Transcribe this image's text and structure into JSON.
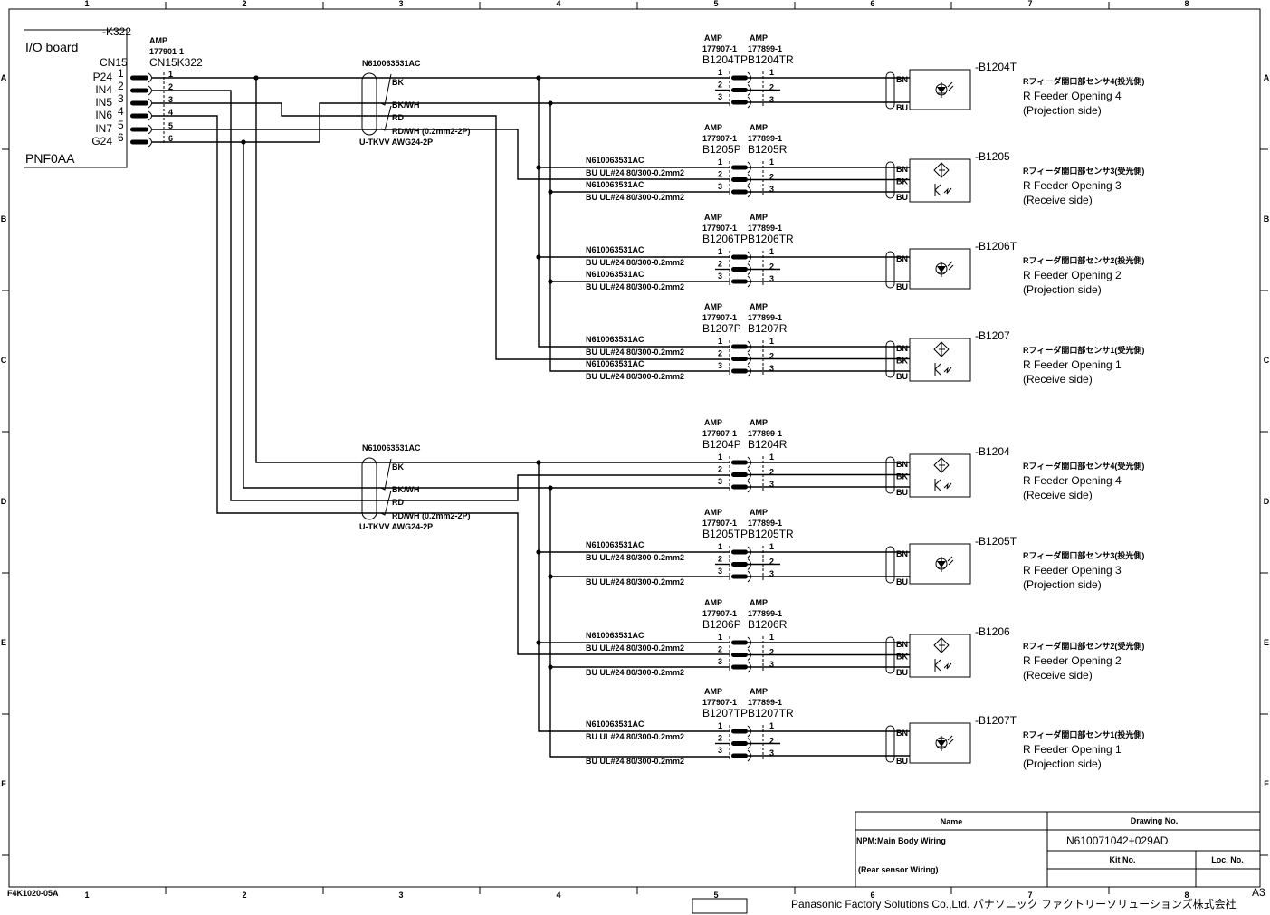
{
  "frame": {
    "columns": [
      "1",
      "2",
      "3",
      "4",
      "5",
      "6",
      "7",
      "8"
    ],
    "rows": [
      "A",
      "B",
      "C",
      "D",
      "E",
      "F"
    ],
    "form_code": "F4K1020-05A",
    "sheet_size": "A3",
    "company": "Panasonic Factory Solutions Co.,Ltd. パナソニック ファクトリーソリューションズ株式会社"
  },
  "io_board": {
    "ref": "-K322",
    "title": "I/O board",
    "connector": "CN15",
    "model": "PNF0AA",
    "pins": [
      {
        "num": "1",
        "signal": "P24"
      },
      {
        "num": "2",
        "signal": "IN4"
      },
      {
        "num": "3",
        "signal": "IN5"
      },
      {
        "num": "4",
        "signal": "IN6"
      },
      {
        "num": "5",
        "signal": "IN7"
      },
      {
        "num": "6",
        "signal": "G24"
      }
    ],
    "mate_maker": "AMP",
    "mate_part": "177901-1",
    "mate_name": "CN15K322"
  },
  "cables": [
    {
      "part": "N610063531AC",
      "cores": [
        "BK",
        "BK/WH",
        "RD",
        "RD/WH (0.2mm2-2P)"
      ],
      "type": "U-TKVV AWG24-2P"
    },
    {
      "part": "N610063531AC",
      "cores": [
        "BK",
        "BK/WH",
        "RD",
        "RD/WH (0.2mm2-2P)"
      ],
      "type": "U-TKVV AWG24-2P"
    }
  ],
  "sensor_groups": [
    {
      "id": "-B1204T",
      "kind": "projection",
      "maker": "AMP",
      "plug_part": "177907-1",
      "rec_part": "177899-1",
      "plug": "B1204TP",
      "receptacle": "B1204TR",
      "wires": [
        "BN",
        "BU"
      ],
      "desc_jp": "Rフィーダ開口部センサ4(投光側)",
      "desc_en": "R Feeder Opening 4",
      "side": "(Projection side)",
      "labels": []
    },
    {
      "id": "-B1205",
      "kind": "receive",
      "maker": "AMP",
      "plug_part": "177907-1",
      "rec_part": "177899-1",
      "plug": "B1205P",
      "receptacle": "B1205R",
      "wires": [
        "BN",
        "BK",
        "BU"
      ],
      "desc_jp": "Rフィーダ開口部センサ3(受光側)",
      "desc_en": "R Feeder Opening 3",
      "side": "(Receive side)",
      "labels": [
        {
          "at": "pin1",
          "part": "N610063531AC",
          "spec": "BU  UL#24 80/300-0.2mm2"
        },
        {
          "at": "pin3",
          "part": "N610063531AC",
          "spec": "BU  UL#24 80/300-0.2mm2"
        }
      ]
    },
    {
      "id": "-B1206T",
      "kind": "projection",
      "maker": "AMP",
      "plug_part": "177907-1",
      "rec_part": "177899-1",
      "plug": "B1206TP",
      "receptacle": "B1206TR",
      "wires": [
        "BN",
        "BU"
      ],
      "desc_jp": "Rフィーダ開口部センサ2(投光側)",
      "desc_en": "R Feeder Opening 2",
      "side": "(Projection side)",
      "labels": [
        {
          "at": "pin1",
          "part": "N610063531AC",
          "spec": "BU  UL#24 80/300-0.2mm2"
        },
        {
          "at": "pin3",
          "part": "N610063531AC",
          "spec": "BU  UL#24 80/300-0.2mm2"
        }
      ]
    },
    {
      "id": "-B1207",
      "kind": "receive",
      "maker": "AMP",
      "plug_part": "177907-1",
      "rec_part": "177899-1",
      "plug": "B1207P",
      "receptacle": "B1207R",
      "wires": [
        "BN",
        "BK",
        "BU"
      ],
      "desc_jp": "Rフィーダ開口部センサ1(受光側)",
      "desc_en": "R Feeder Opening 1",
      "side": "(Receive side)",
      "labels": [
        {
          "at": "pin1",
          "part": "N610063531AC",
          "spec": "BU  UL#24 80/300-0.2mm2"
        },
        {
          "at": "pin3",
          "part": "N610063531AC",
          "spec": "BU  UL#24 80/300-0.2mm2"
        }
      ]
    },
    {
      "id": "-B1204",
      "kind": "receive",
      "maker": "AMP",
      "plug_part": "177907-1",
      "rec_part": "177899-1",
      "plug": "B1204P",
      "receptacle": "B1204R",
      "wires": [
        "BN",
        "BK",
        "BU"
      ],
      "desc_jp": "Rフィーダ開口部センサ4(受光側)",
      "desc_en": "R Feeder Opening 4",
      "side": "(Receive side)",
      "labels": []
    },
    {
      "id": "-B1205T",
      "kind": "projection",
      "maker": "AMP",
      "plug_part": "177907-1",
      "rec_part": "177899-1",
      "plug": "B1205TP",
      "receptacle": "B1205TR",
      "wires": [
        "BN",
        "BU"
      ],
      "desc_jp": "Rフィーダ開口部センサ3(投光側)",
      "desc_en": "R Feeder Opening 3",
      "side": "(Projection side)",
      "labels": [
        {
          "at": "pin1",
          "part": "N610063531AC",
          "spec": "BU  UL#24 80/300-0.2mm2"
        },
        {
          "at": "pin3",
          "spec": "BU  UL#24 80/300-0.2mm2"
        }
      ]
    },
    {
      "id": "-B1206",
      "kind": "receive",
      "maker": "AMP",
      "plug_part": "177907-1",
      "rec_part": "177899-1",
      "plug": "B1206P",
      "receptacle": "B1206R",
      "wires": [
        "BN",
        "BK",
        "BU"
      ],
      "desc_jp": "Rフィーダ開口部センサ2(受光側)",
      "desc_en": "R Feeder Opening 2",
      "side": "(Receive side)",
      "labels": [
        {
          "at": "pin1",
          "part": "N610063531AC",
          "spec": "BU  UL#24 80/300-0.2mm2"
        },
        {
          "at": "pin3",
          "spec": "BU  UL#24 80/300-0.2mm2"
        }
      ]
    },
    {
      "id": "-B1207T",
      "kind": "projection",
      "maker": "AMP",
      "plug_part": "177907-1",
      "rec_part": "177899-1",
      "plug": "B1207TP",
      "receptacle": "B1207TR",
      "wires": [
        "BN",
        "BU"
      ],
      "desc_jp": "Rフィーダ開口部センサ1(投光側)",
      "desc_en": "R Feeder Opening 1",
      "side": "(Projection side)",
      "labels": [
        {
          "at": "pin1",
          "part": "N610063531AC",
          "spec": "BU  UL#24 80/300-0.2mm2"
        },
        {
          "at": "pin3",
          "spec": "BU  UL#24 80/300-0.2mm2"
        }
      ]
    }
  ],
  "title_block": {
    "name_header": "Name",
    "drawing_no_header": "Drawing No.",
    "name_line1": "NPM:Main Body Wiring",
    "name_line2": "(Rear sensor Wiring)",
    "drawing_no": "N610071042+029AD",
    "kit_no_header": "Kit No.",
    "loc_no_header": "Loc. No.",
    "kit_no": "",
    "loc_no": ""
  }
}
